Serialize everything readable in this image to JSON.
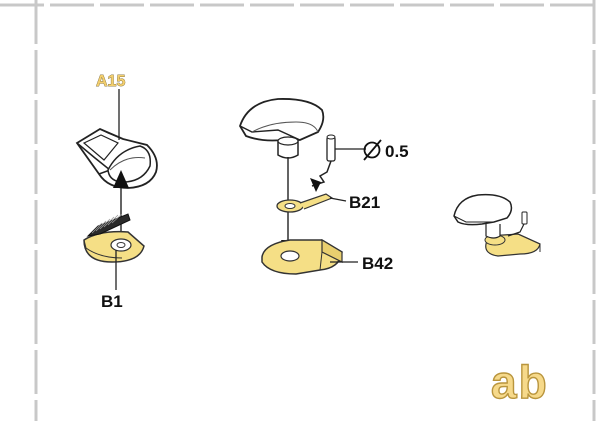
{
  "labels": {
    "a15": "A15",
    "b1": "B1",
    "b21": "B21",
    "b42": "B42",
    "wire_dim": "0.5",
    "corner_mark": "ab"
  },
  "icons": {
    "diameter": "diameter-symbol",
    "arrow": "assembly-arrow"
  },
  "colors": {
    "part_fill": "#f5df86",
    "part_stroke": "#333333",
    "cover_fill": "#ffffff",
    "gold_label": "#f3cf6e",
    "frame_dash": "#c8c8c8",
    "ink": "#111111"
  }
}
